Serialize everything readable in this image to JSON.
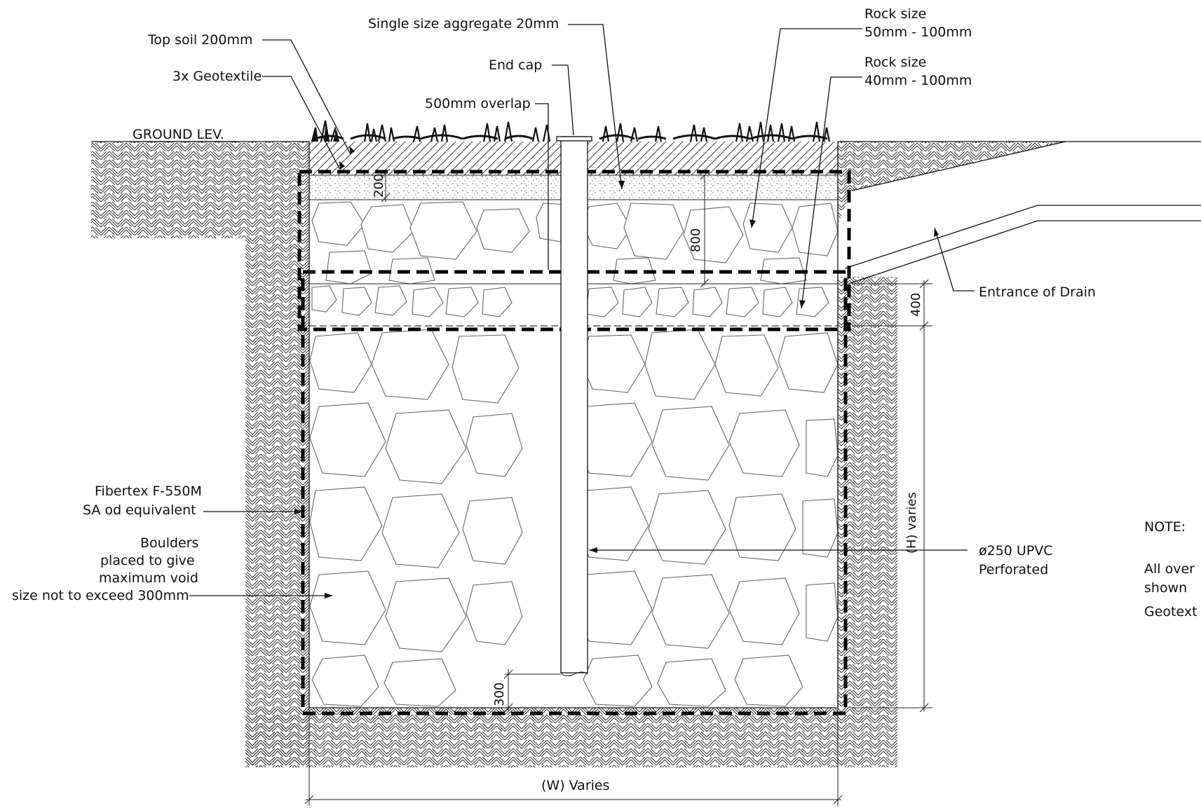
{
  "labels": {
    "ground_level": "GROUND LEV.",
    "top_soil": "Top soil 200mm",
    "geotextile_3x": "3x Geotextile",
    "single_size_aggregate": "Single size aggregate 20mm",
    "end_cap": "End cap",
    "overlap": "500mm overlap",
    "rock_size_1_title": "Rock size",
    "rock_size_1_range": "50mm - 100mm",
    "rock_size_2_title": "Rock size",
    "rock_size_2_range": "40mm - 100mm",
    "entrance_of_drain": "Entrance of Drain",
    "fibertex_1": "Fibertex F-550M",
    "fibertex_2": "SA od equivalent",
    "boulders_1": "Boulders",
    "boulders_2": "placed to give",
    "boulders_3": "maximum void",
    "boulders_4": "size not to exceed 300mm",
    "pipe_1": "ø250 UPVC",
    "pipe_2": "Perforated",
    "width": "(W) Varies",
    "height": "(H) varies"
  },
  "dimensions": {
    "topsoil": "200",
    "upper_layer": "800",
    "middle_layer": "400",
    "pipe_clearance": "300"
  },
  "notes": {
    "heading": "NOTE:",
    "line1": "All over",
    "line2": "shown",
    "line3": "Geotext"
  }
}
